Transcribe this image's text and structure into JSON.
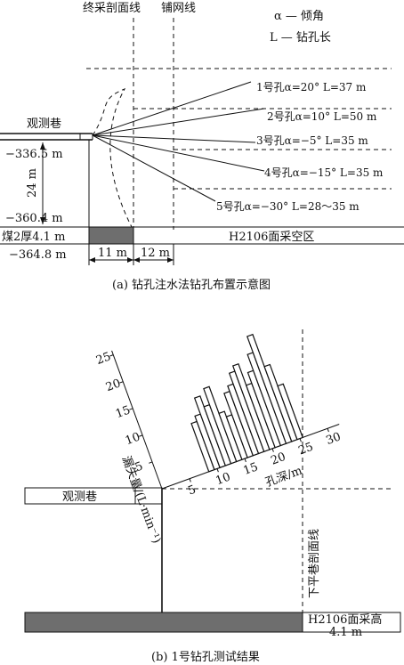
{
  "top": {
    "label_final_mining_line": "终采剖面线",
    "label_net_line": "铺网线",
    "legend_alpha": "α — 倾角",
    "legend_L": "L — 钻孔长",
    "label_observation_roadway": "观测巷",
    "label_elev_1": "−336.5 m",
    "label_elev_2": "−360.4 m",
    "label_elev_3": "−364.8 m",
    "label_height": "24 m",
    "label_seam": "煤2厚4.1 m",
    "label_goaf": "H2106面采空区",
    "label_dist_1": "11 m",
    "label_dist_2": "12 m",
    "holes": [
      {
        "label": "1号孔α=20°  L=37 m"
      },
      {
        "label": "2号孔α=10°  L=50 m"
      },
      {
        "label": "3号孔α=−5°  L=35 m"
      },
      {
        "label": "4号孔α=−15°  L=35 m"
      },
      {
        "label": "5号孔α=−30°  L=28～35 m"
      }
    ],
    "caption": "(a)  钻孔注水法钻孔布置示意图"
  },
  "bottom": {
    "label_observation_roadway": "观测巷",
    "label_roadway_section_line": "下平巷剖面线",
    "label_face_height_1": "H2106面采高",
    "label_face_height_2": "4.1 m",
    "caption": "(b)  1号钻孔测试结果"
  },
  "chart_data": {
    "type": "bar",
    "xlabel": "孔深/m",
    "ylabel": "漏失量/(L·min⁻¹)",
    "xlim": [
      0,
      30
    ],
    "ylim": [
      0,
      25
    ],
    "xticks": [
      5,
      10,
      15,
      20,
      25,
      30
    ],
    "yticks": [
      5,
      10,
      15,
      20,
      25
    ],
    "axis_angle_deg": 20,
    "x": [
      9,
      10,
      11,
      12,
      13,
      14,
      15,
      16,
      17,
      18,
      19,
      20,
      21,
      22,
      23,
      24,
      25
    ],
    "values": [
      9,
      10,
      13,
      11,
      14,
      9,
      8,
      12,
      13,
      15,
      16,
      12,
      14,
      17,
      20,
      14,
      10
    ]
  }
}
